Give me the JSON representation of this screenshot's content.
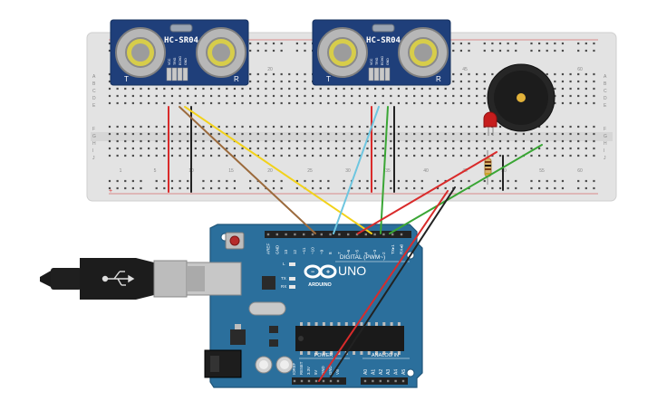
{
  "breadboard": {
    "row_labels": [
      "A",
      "B",
      "C",
      "D",
      "E",
      "F",
      "G",
      "H",
      "I",
      "J"
    ],
    "column_numbers": [
      "1",
      "5",
      "10",
      "15",
      "20",
      "25",
      "30",
      "35",
      "40",
      "45",
      "50",
      "55",
      "60"
    ]
  },
  "sensors": [
    {
      "label": "HC-SR04",
      "left_mark": "T",
      "right_mark": "R",
      "pins": [
        "VCC",
        "TRIG",
        "ECHO",
        "GND"
      ]
    },
    {
      "label": "HC-SR04",
      "left_mark": "T",
      "right_mark": "R",
      "pins": [
        "VCC",
        "TRIG",
        "ECHO",
        "GND"
      ]
    }
  ],
  "arduino": {
    "brand": "ARDUINO",
    "model": "UNO",
    "digital_label": "DIGITAL (PWM~)",
    "power_label": "POWER",
    "analog_label": "ANALOG IN",
    "tx_label": "TX",
    "rx_label": "RX",
    "l_label": "L",
    "digital_pins": [
      "AREF",
      "GND",
      "13",
      "12",
      "~11",
      "~10",
      "~9",
      "8",
      "7",
      "~6",
      "~5",
      "4",
      "~3",
      "2",
      "TX▸1",
      "RX◂0"
    ],
    "power_pins": [
      "IOREF",
      "RESET",
      "3.3V",
      "5V",
      "GND",
      "GND",
      "Vin"
    ],
    "analog_pins": [
      "A0",
      "A1",
      "A2",
      "A3",
      "A4",
      "A5"
    ]
  },
  "colors": {
    "board_blue": "#2b6f9c",
    "sensor_blue": "#1f3f7a",
    "wire_red": "#d92b2b",
    "wire_black": "#222222",
    "wire_yellow": "#f2d21b",
    "wire_brown": "#9b6a3c",
    "wire_cyan": "#6ec6e0",
    "wire_green": "#3aa635"
  }
}
